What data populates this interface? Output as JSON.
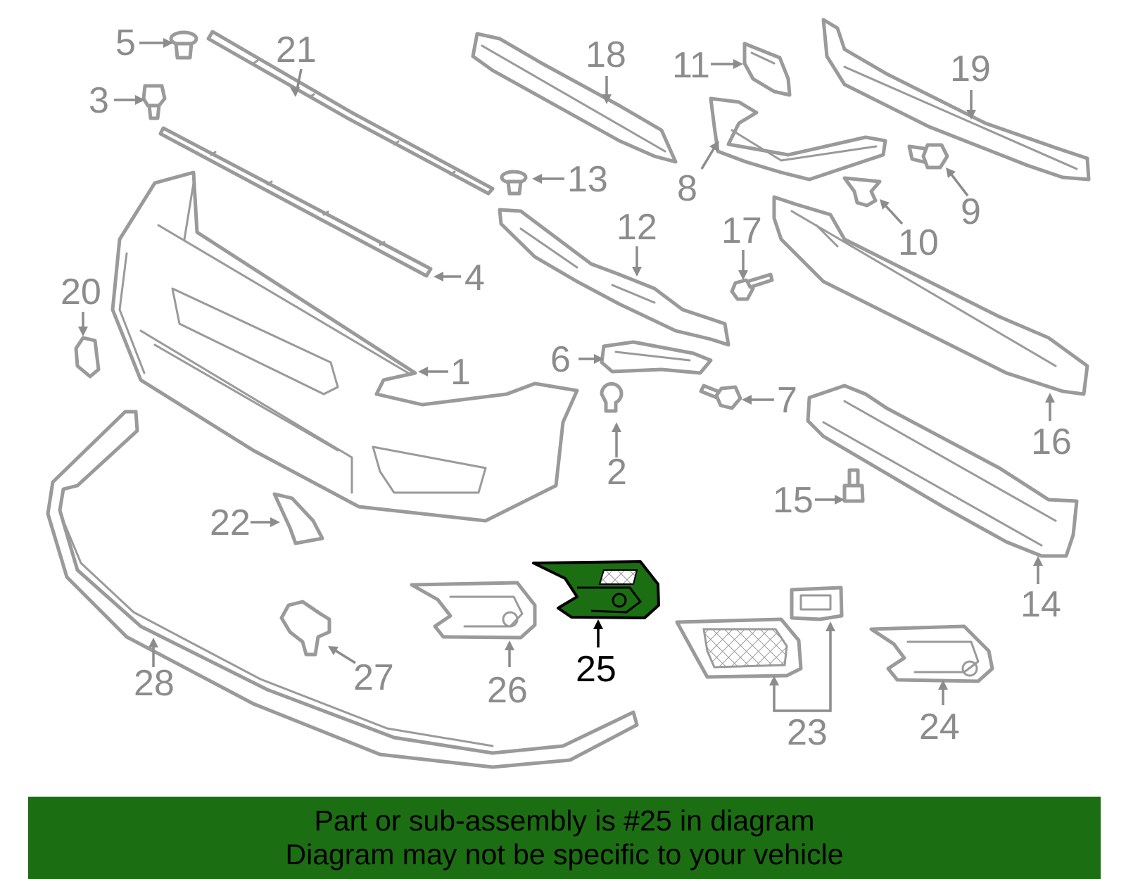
{
  "colors": {
    "line_art": "#9a9a9a",
    "highlight_fill": "#1b6e12",
    "banner_background": "#1b6e12",
    "banner_text": "#000000"
  },
  "callouts": {
    "c1": "1",
    "c2": "2",
    "c3": "3",
    "c4": "4",
    "c5": "5",
    "c6": "6",
    "c7": "7",
    "c8": "8",
    "c9": "9",
    "c10": "10",
    "c11": "11",
    "c12": "12",
    "c13": "13",
    "c14": "14",
    "c15": "15",
    "c16": "16",
    "c17": "17",
    "c18": "18",
    "c19": "19",
    "c20": "20",
    "c21": "21",
    "c22": "22",
    "c23": "23",
    "c24": "24",
    "c25": "25",
    "c26": "26",
    "c27": "27",
    "c28": "28"
  },
  "highlighted_part": "25",
  "banner": {
    "line1": "Part or sub-assembly is #25 in diagram",
    "line2": "Diagram may not be specific to your vehicle"
  }
}
